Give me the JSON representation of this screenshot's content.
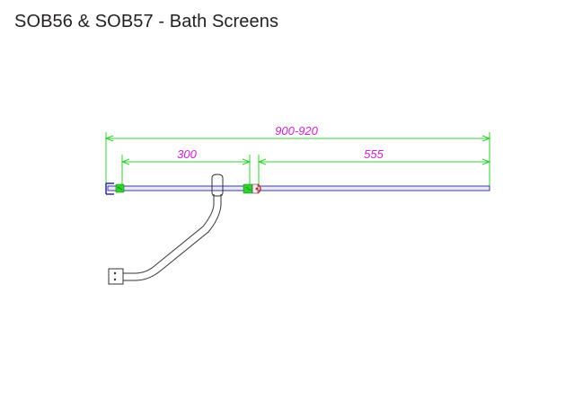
{
  "title": "SOB56 & SOB57 - Bath Screens",
  "dimensions": {
    "overall": "900-920",
    "left_segment": "300",
    "right_segment": "555"
  },
  "colors": {
    "dimension_line": "#2fd02f",
    "dimension_text": "#d020d0",
    "glass_panel": "#3a3aa8",
    "hardware_outline": "#333333",
    "clamp": "#2fd02f",
    "hinge_accent": "#d02020"
  },
  "icons": {
    "wall_bracket": "wall-channel-icon",
    "support_arm": "support-arm-icon",
    "hinge": "hinge-icon"
  }
}
